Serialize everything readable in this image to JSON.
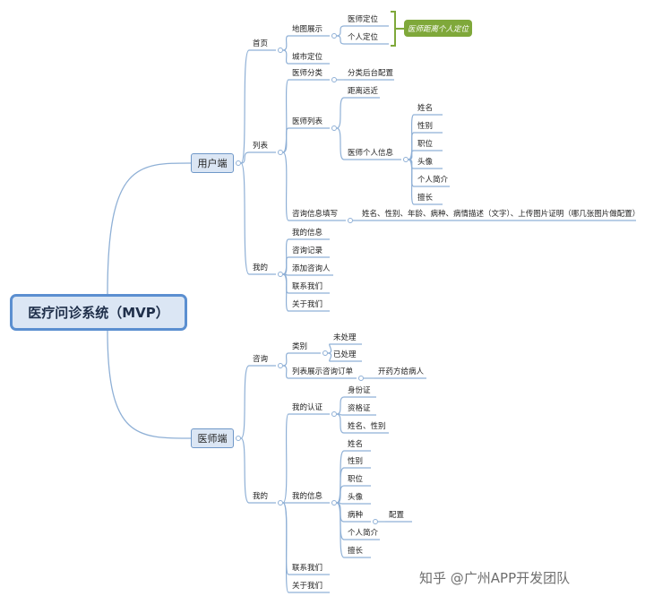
{
  "root": "医疗问诊系统（MVP）",
  "branches": [
    {
      "label": "用户端",
      "children": [
        {
          "label": "首页",
          "children": [
            {
              "label": "地图展示",
              "children": [
                {
                  "label": "医师定位"
                },
                {
                  "label": "个人定位"
                }
              ]
            },
            {
              "label": "城市定位"
            }
          ]
        },
        {
          "label": "列表",
          "children": [
            {
              "label": "医师分类",
              "children": [
                {
                  "label": "分类后台配置"
                }
              ]
            },
            {
              "label": "医师列表",
              "children": [
                {
                  "label": "距离远近"
                },
                {
                  "label": "医师个人信息",
                  "children": [
                    {
                      "label": "姓名"
                    },
                    {
                      "label": "性别"
                    },
                    {
                      "label": "职位"
                    },
                    {
                      "label": "头像"
                    },
                    {
                      "label": "个人简介"
                    },
                    {
                      "label": "擅长"
                    }
                  ]
                }
              ]
            },
            {
              "label": "咨询信息填写",
              "children": [
                {
                  "label": "姓名、性别、年龄、病种、病情描述（文字）、上传图片证明（哪几张图片做配置）"
                }
              ]
            }
          ]
        },
        {
          "label": "我的",
          "children": [
            {
              "label": "我的信息"
            },
            {
              "label": "咨询记录"
            },
            {
              "label": "添加咨询人"
            },
            {
              "label": "联系我们"
            },
            {
              "label": "关于我们"
            }
          ]
        }
      ]
    },
    {
      "label": "医师端",
      "children": [
        {
          "label": "咨询",
          "children": [
            {
              "label": "类别",
              "children": [
                {
                  "label": "未处理"
                },
                {
                  "label": "已处理"
                }
              ]
            },
            {
              "label": "列表展示咨询订单",
              "children": [
                {
                  "label": "开药方给病人"
                }
              ]
            }
          ]
        },
        {
          "label": "我的",
          "children": [
            {
              "label": "我的认证",
              "children": [
                {
                  "label": "身份证"
                },
                {
                  "label": "资格证"
                },
                {
                  "label": "姓名、性别"
                }
              ]
            },
            {
              "label": "我的信息",
              "children": [
                {
                  "label": "姓名"
                },
                {
                  "label": "性别"
                },
                {
                  "label": "职位"
                },
                {
                  "label": "头像"
                },
                {
                  "label": "病种",
                  "children": [
                    {
                      "label": "配置"
                    }
                  ]
                },
                {
                  "label": "个人简介"
                },
                {
                  "label": "擅长"
                }
              ]
            },
            {
              "label": "联系我们"
            },
            {
              "label": "关于我们"
            }
          ]
        }
      ]
    }
  ],
  "callout": "医师距离个人定位",
  "watermark": "知乎 @广州APP开发团队",
  "colors": {
    "line": "#8fb0d6",
    "root_fill": "#dbe6f4",
    "root_border": "#5b8fd0",
    "callout": "#7fa83a",
    "bracket": "#7fa83a"
  }
}
